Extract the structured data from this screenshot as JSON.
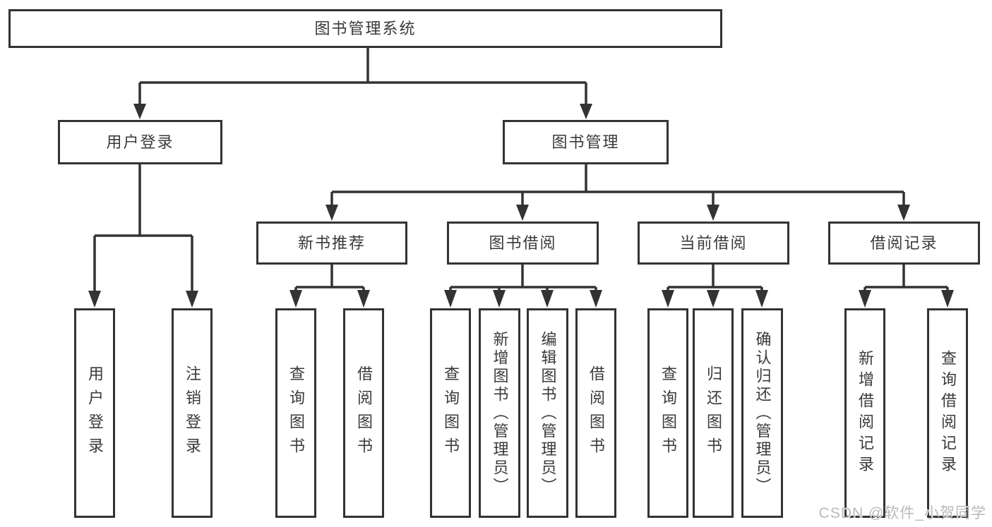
{
  "diagram": {
    "title": "图书管理系统",
    "root": {
      "label": "图书管理系统"
    },
    "level2": [
      {
        "id": "user-login",
        "label": "用户登录"
      },
      {
        "id": "book-management",
        "label": "图书管理"
      }
    ],
    "level3": [
      {
        "id": "new-book-recommend",
        "label": "新书推荐"
      },
      {
        "id": "book-borrowing",
        "label": "图书借阅"
      },
      {
        "id": "current-borrowing",
        "label": "当前借阅"
      },
      {
        "id": "borrowing-records",
        "label": "借阅记录"
      }
    ],
    "leaves": [
      {
        "id": "user-login-leaf",
        "parent": "user-login",
        "label": "用户登录"
      },
      {
        "id": "logout",
        "parent": "user-login",
        "label": "注销登录"
      },
      {
        "id": "query-books-recommend",
        "parent": "new-book-recommend",
        "label": "查询图书"
      },
      {
        "id": "borrow-books-recommend",
        "parent": "new-book-recommend",
        "label": "借阅图书"
      },
      {
        "id": "query-books-borrowing",
        "parent": "book-borrowing",
        "label": "查询图书"
      },
      {
        "id": "add-books-admin",
        "parent": "book-borrowing",
        "label": "新增图书（管理员）"
      },
      {
        "id": "edit-books-admin",
        "parent": "book-borrowing",
        "label": "编辑图书（管理员）"
      },
      {
        "id": "borrow-books",
        "parent": "book-borrowing",
        "label": "借阅图书"
      },
      {
        "id": "query-books-current",
        "parent": "current-borrowing",
        "label": "查询图书"
      },
      {
        "id": "return-books",
        "parent": "current-borrowing",
        "label": "归还图书"
      },
      {
        "id": "confirm-return-admin",
        "parent": "current-borrowing",
        "label": "确认归还（管理员）"
      },
      {
        "id": "add-borrow-record",
        "parent": "borrowing-records",
        "label": "新增借阅记录"
      },
      {
        "id": "query-borrow-record",
        "parent": "borrowing-records",
        "label": "查询借阅记录"
      }
    ]
  },
  "watermark": {
    "text": "CSDN @软件_小贺同学"
  },
  "colors": {
    "line": "#333333",
    "box_border": "#333333",
    "text": "#3a3a3a",
    "background": "#ffffff",
    "watermark": "#b9b9b9"
  }
}
